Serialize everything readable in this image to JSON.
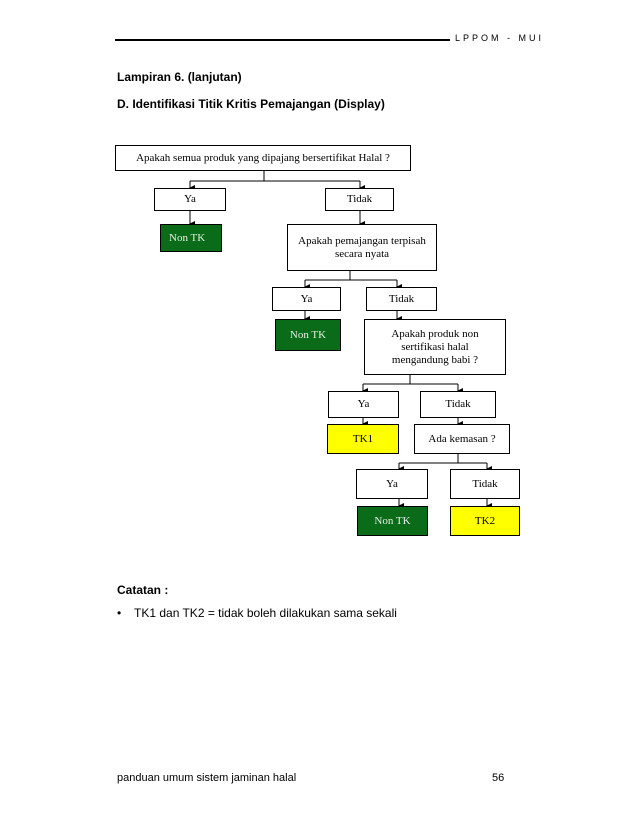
{
  "header": {
    "org": "LPPOM - MUI"
  },
  "titles": {
    "appendix": "Lampiran 6. (lanjutan)",
    "section": "D. Identifikasi Titik Kritis Pemajangan (Display)"
  },
  "flow": {
    "q1": "Apakah semua produk yang dipajang bersertifikat Halal ?",
    "q1_yes": "Ya",
    "q1_no": "Tidak",
    "q1_yes_result": "Non TK",
    "q2": "Apakah pemajangan terpisah secara nyata",
    "q2_yes": "Ya",
    "q2_no": "Tidak",
    "q2_yes_result": "Non TK",
    "q3": "Apakah produk non sertifikasi halal mengandung babi ?",
    "q3_yes": "Ya",
    "q3_no": "Tidak",
    "q3_yes_result": "TK1",
    "q4": "Ada kemasan ?",
    "q4_yes": "Ya",
    "q4_no": "Tidak",
    "q4_yes_result": "Non TK",
    "q4_no_result": "TK2"
  },
  "notes": {
    "title": "Catatan :",
    "bullet": "•",
    "item": "TK1 dan TK2 =  tidak boleh dilakukan sama sekali"
  },
  "footer": {
    "left": "panduan umum sistem jaminan halal",
    "page": "56"
  },
  "colors": {
    "non_tk": "#0a6b18",
    "tk": "#ffff00"
  }
}
